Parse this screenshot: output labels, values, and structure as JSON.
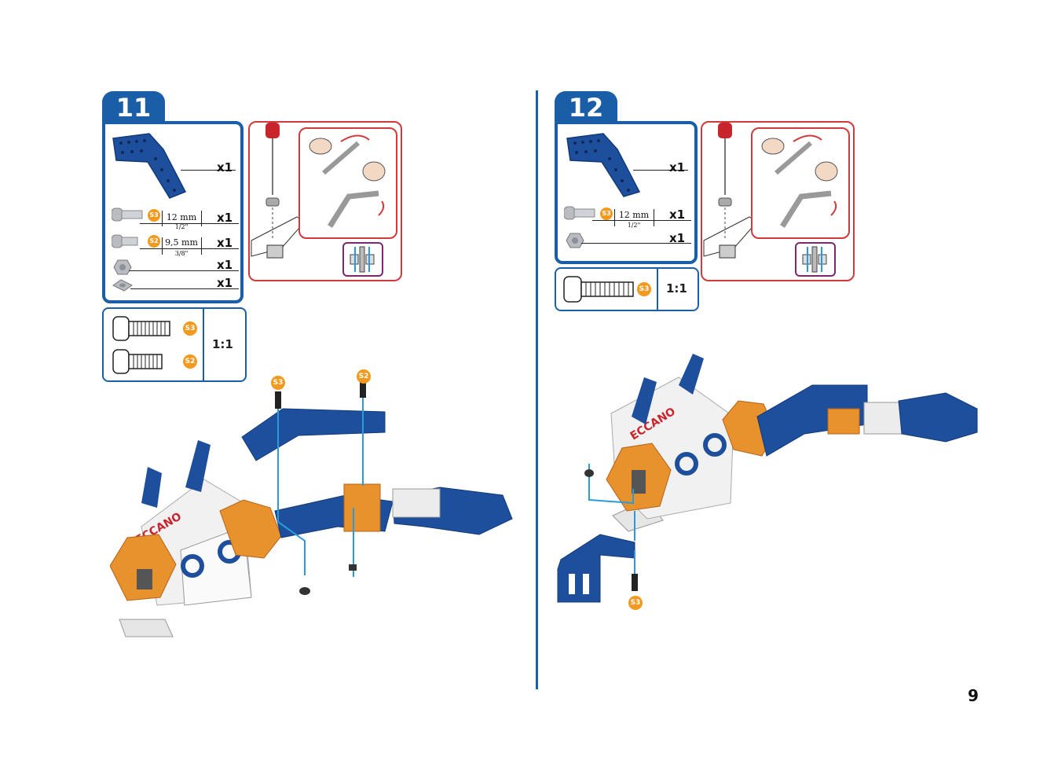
{
  "page_number": "9",
  "steps": [
    {
      "number": "11",
      "parts": [
        {
          "name": "angled-plate",
          "qty": "x1"
        },
        {
          "name": "bolt",
          "badge": "S3",
          "dim_main": "12 mm",
          "dim_sub": "1/2\"",
          "qty": "x1"
        },
        {
          "name": "bolt",
          "badge": "S2",
          "dim_main": "9,5 mm",
          "dim_sub": "3/8\"",
          "qty": "x1"
        },
        {
          "name": "nut",
          "qty": "x1"
        },
        {
          "name": "square-nut",
          "qty": "x1"
        }
      ],
      "scale": {
        "badges": [
          "S3",
          "S2"
        ],
        "ratio": "1:1"
      },
      "callouts": [
        "S3",
        "S2"
      ]
    },
    {
      "number": "12",
      "parts": [
        {
          "name": "angled-plate",
          "qty": "x1"
        },
        {
          "name": "bolt",
          "badge": "S3",
          "dim_main": "12 mm",
          "dim_sub": "1/2\"",
          "qty": "x1"
        },
        {
          "name": "nut",
          "qty": "x1"
        }
      ],
      "scale": {
        "badges": [
          "S3"
        ],
        "ratio": "1:1"
      },
      "callouts": [
        "S3"
      ]
    }
  ],
  "colors": {
    "accent_blue": "#1a5ea8",
    "tool_red": "#d03a3a",
    "badge_orange": "#f39a1e",
    "part_blue": "#1d4f9c",
    "part_orange": "#e8922e"
  }
}
